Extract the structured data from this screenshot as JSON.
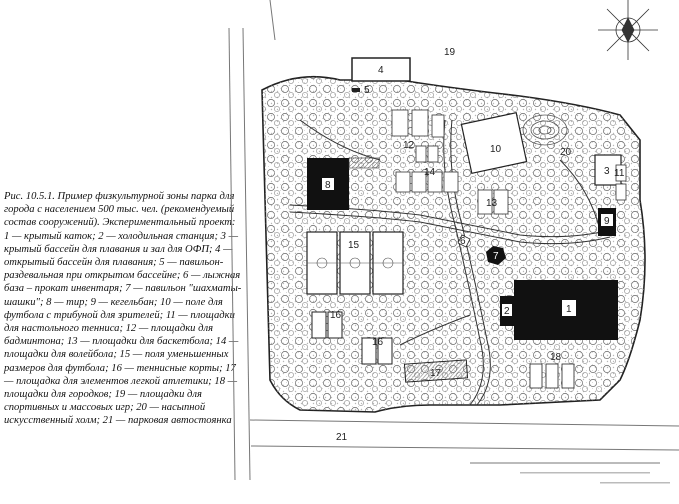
{
  "caption": {
    "title": "Рис. 10.5.1. Пример физкультурной зоны парка для города с населением 500 тыс. чел. (рекомендуемый состав сооружений). Экспериментальный проект:",
    "legend": "1 — крытый каток; 2 — холодильная станция; 3 — крытый бассейн для плавания и зал для ОФП; 4 — открытый бассейн для плавания; 5 — павильон-раздевальная при открытом бассейне; 6 — лыжная база – прокат инвентаря; 7 — павильон \"шахматы-шашки\"; 8 — тир; 9 — кегельбан; 10 — поле для футбола с трибуной для зрителей; 11 — площадки для настольного тенниса; 12 — площадки для бадминтона; 13 — площадки для баскетбола; 14 — площадки для волейбола; 15 — поля уменьшенных размеров для футбола; 16 — теннисные корты; 17 — площадка для элементов легкой атлетики; 18 — площадки для городков; 19 — площадки для спортивных и массовых игр; 20 — насыпной искусственный холм; 21 — парковая автостоянка"
  },
  "plan_labels": {
    "n1": "1",
    "n2": "2",
    "n3": "3",
    "n4": "4",
    "n5": "5",
    "n6": "6",
    "n7": "7",
    "n8": "8",
    "n9": "9",
    "n10": "10",
    "n11": "11",
    "n12": "12",
    "n13": "13",
    "n14": "14",
    "n15": "15",
    "n16a": "16",
    "n16b": "16",
    "n17": "17",
    "n18": "18",
    "n19": "19",
    "n20": "20",
    "n21": "21"
  }
}
